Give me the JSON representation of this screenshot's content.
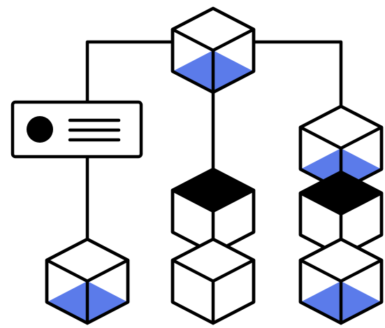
{
  "colors": {
    "background": "#ffffff",
    "stroke": "#000000",
    "accent_fill": "#5b7bea",
    "dark_fill": "#000000"
  },
  "diagram": {
    "root_block": {
      "fill": "accent"
    },
    "branches": [
      {
        "name": "left",
        "node": "card",
        "blocks": [
          {
            "fill": "accent"
          }
        ]
      },
      {
        "name": "center",
        "blocks": [
          {
            "fill": "dark"
          },
          {
            "fill": "none"
          }
        ]
      },
      {
        "name": "right",
        "blocks": [
          {
            "fill": "accent"
          },
          {
            "fill": "dark"
          },
          {
            "fill": "accent"
          }
        ]
      }
    ],
    "card": {
      "icon": "avatar-dot-icon",
      "text_lines": 3
    }
  }
}
